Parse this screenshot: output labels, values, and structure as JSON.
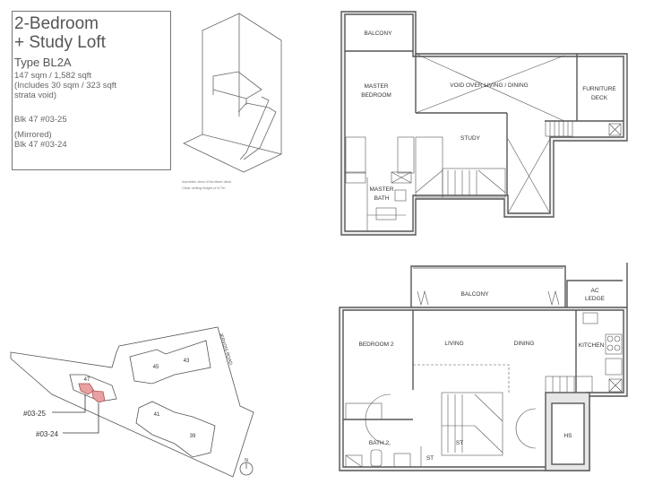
{
  "unit": {
    "title_line1": "2-Bedroom",
    "title_line2": "+ Study Loft",
    "type": "Type BL2A",
    "area_line1": "147 sqm / 1,582 sqft",
    "area_line2": "(Includes 30 sqm / 323 sqft",
    "area_line3": "strata void)",
    "unit_primary": "Blk 47 #03-25",
    "mirrored_label": "(Mirrored)",
    "unit_mirrored": "Blk 47 #03-24"
  },
  "isometric": {
    "caption_line1": "Isometric view of furniture deck",
    "caption_line2": "Clear ceiling height of 6.7m"
  },
  "upper_plan": {
    "rooms": {
      "balcony": "BALCONY",
      "master_bedroom_1": "MASTER",
      "master_bedroom_2": "BEDROOM",
      "void": "VOID OVER LIVING / DINING",
      "furniture_deck_1": "FURNITURE",
      "furniture_deck_2": "DECK",
      "study": "STUDY",
      "master_bath_1": "MASTER",
      "master_bath_2": "BATH"
    }
  },
  "lower_plan": {
    "rooms": {
      "balcony": "BALCONY",
      "ac_ledge_1": "AC",
      "ac_ledge_2": "LEDGE",
      "bedroom2": "BEDROOM 2",
      "living": "LIVING",
      "dining": "DINING",
      "kitchen": "KITCHEN",
      "bath2": "BATH 2",
      "st1": "ST",
      "st2": "ST",
      "hs": "HS"
    }
  },
  "site_plan": {
    "road": "JERVOIS ROAD",
    "blocks": [
      "47",
      "45",
      "43",
      "41",
      "39"
    ],
    "unit_labels": [
      "#03-25",
      "#03-24"
    ],
    "north": "N",
    "highlight_color": "#e8a0a0"
  }
}
